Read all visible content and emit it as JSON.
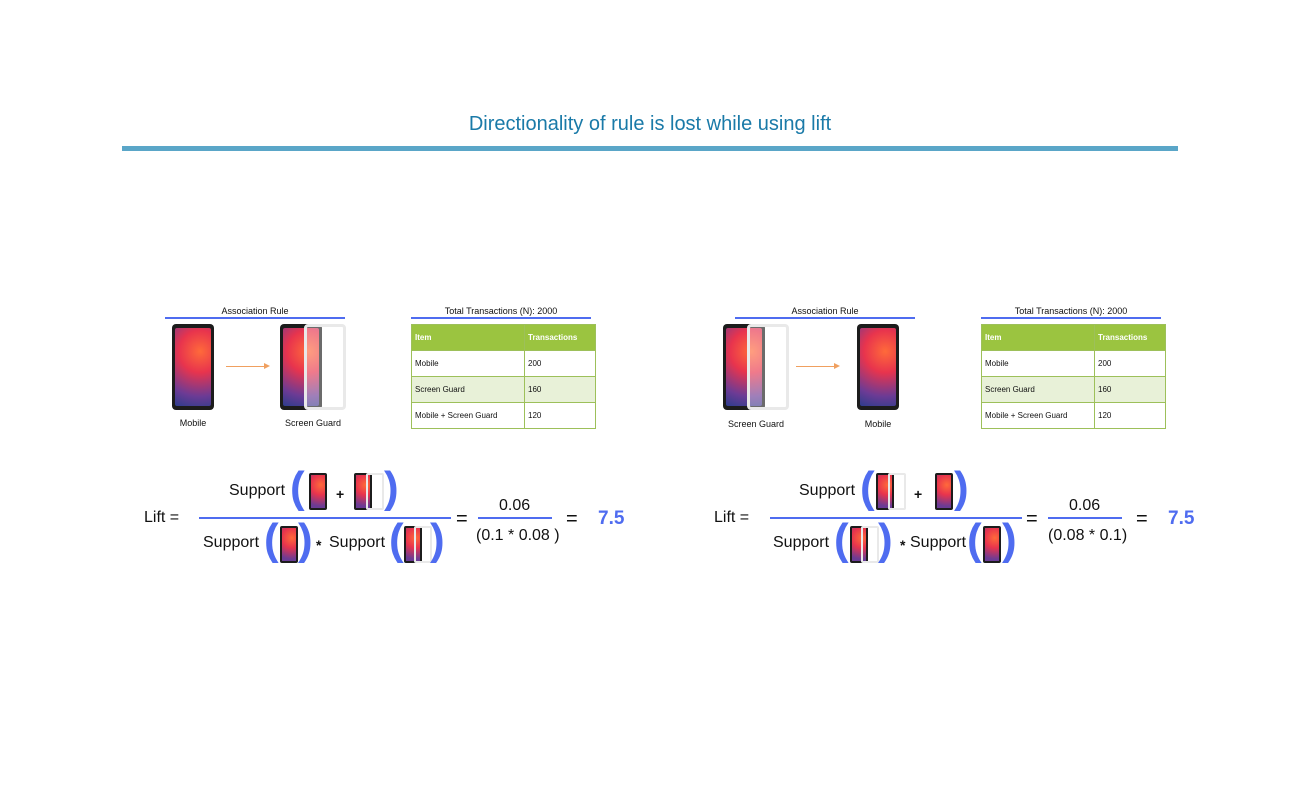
{
  "title": "Directionality of rule is lost while using lift",
  "colors": {
    "title": "#1a7aa8",
    "rule": "#5aa6c8",
    "accent": "#4f6cf0",
    "table_header": "#9bc440"
  },
  "panels": [
    {
      "association_caption": "Association Rule",
      "antecedent_label": "Mobile",
      "consequent_label": "Screen Guard",
      "table_caption": "Total Transactions (N): 2000",
      "table": {
        "headers": [
          "Item",
          "Transactions"
        ],
        "rows": [
          [
            "Mobile",
            "200"
          ],
          [
            "Screen Guard",
            "160"
          ],
          [
            "Mobile + Screen Guard",
            "120"
          ]
        ]
      },
      "formula": {
        "lift_label": "Lift =",
        "support_word": "Support",
        "plus": "+",
        "times": "*",
        "eq": "=",
        "numerator": "0.06",
        "denominator": "(0.1 * 0.08 )",
        "result": "7.5"
      }
    },
    {
      "association_caption": "Association Rule",
      "antecedent_label": "Screen Guard",
      "consequent_label": "Mobile",
      "table_caption": "Total Transactions (N): 2000",
      "table": {
        "headers": [
          "Item",
          "Transactions"
        ],
        "rows": [
          [
            "Mobile",
            "200"
          ],
          [
            "Screen Guard",
            "160"
          ],
          [
            "Mobile + Screen Guard",
            "120"
          ]
        ]
      },
      "formula": {
        "lift_label": "Lift =",
        "support_word": "Support",
        "plus": "+",
        "times": "*",
        "eq": "=",
        "numerator": "0.06",
        "denominator": "(0.08 * 0.1)",
        "result": "7.5"
      }
    }
  ]
}
